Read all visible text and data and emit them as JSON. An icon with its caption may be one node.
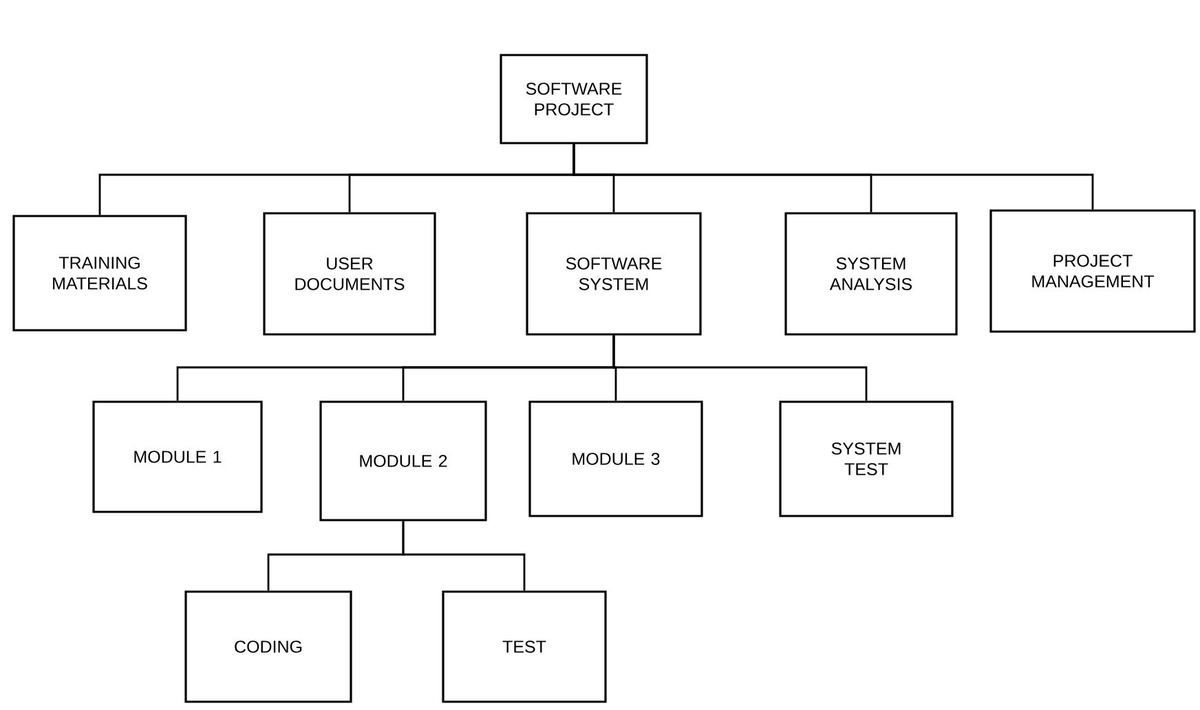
{
  "diagram": {
    "nodes": [
      {
        "text": [
          "SOFTWARE PROJECT"
        ]
      },
      {
        "text": [
          "TRAINING MATERIALS"
        ]
      },
      {
        "text": [
          "USER DOCUMENTS"
        ]
      },
      {
        "text": [
          "SOFTWARE SYSTEM"
        ]
      },
      {
        "text": [
          "SYSTEM ANALYSIS"
        ]
      },
      {
        "text": [
          "PROJECT MANAGEMENT"
        ]
      },
      {
        "text": [
          "MODULE 1"
        ]
      },
      {
        "text": [
          "MODULE 2"
        ]
      },
      {
        "text": [
          "MODULE 3"
        ]
      },
      {
        "text": [
          "SYSTEM TEST"
        ]
      },
      {
        "text": [
          "CODING"
        ]
      },
      {
        "text": [
          "TEST"
        ]
      }
    ],
    "edges": [
      {
        "from": 0,
        "to": 1,
        "arrow": "none"
      },
      {
        "from": 0,
        "to": 2,
        "arrow": "none"
      },
      {
        "from": 0,
        "to": 3,
        "arrow": "none"
      },
      {
        "from": 0,
        "to": 4,
        "arrow": "none"
      },
      {
        "from": 0,
        "to": 5,
        "arrow": "none"
      },
      {
        "from": 3,
        "to": 6,
        "arrow": "none"
      },
      {
        "from": 3,
        "to": 7,
        "arrow": "none"
      },
      {
        "from": 3,
        "to": 8,
        "arrow": "none"
      },
      {
        "from": 3,
        "to": 9,
        "arrow": "none"
      },
      {
        "from": 7,
        "to": 10,
        "arrow": "none"
      },
      {
        "from": 7,
        "to": 11,
        "arrow": "none"
      }
    ]
  }
}
